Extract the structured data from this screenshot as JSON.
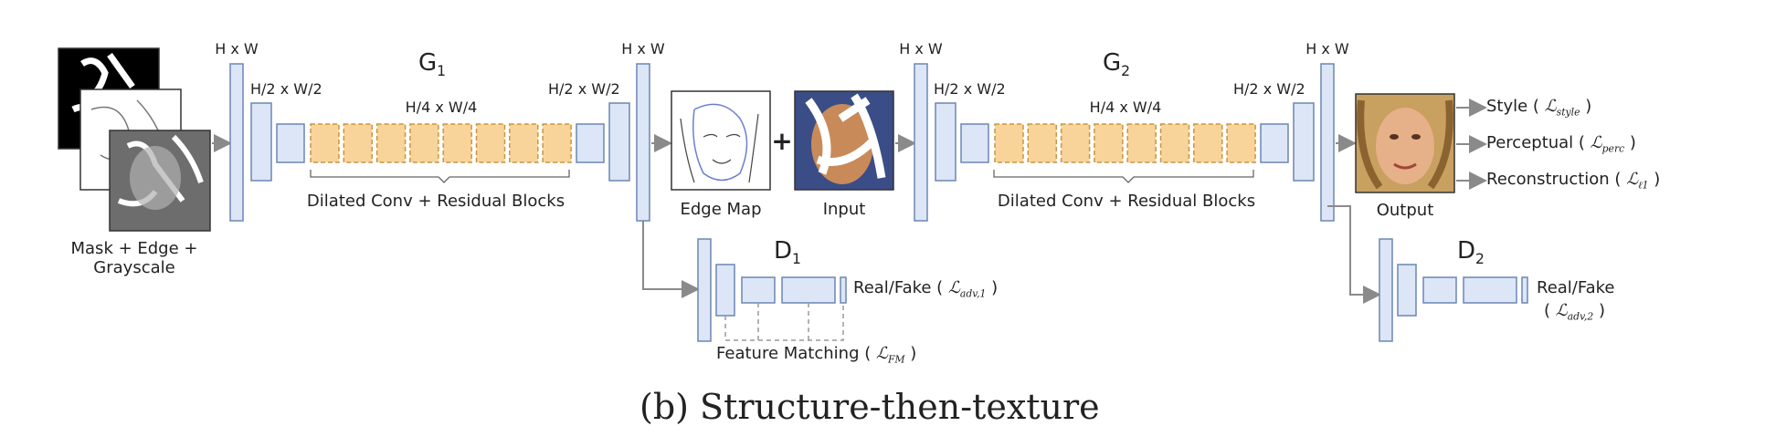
{
  "caption": "(b) Structure-then-texture",
  "colors": {
    "block_fill": "#dce6f6",
    "block_stroke": "#6d86b3",
    "residual_fill": "#f8d49a",
    "residual_stroke": "#c99640",
    "arrow": "#8a8a8a",
    "dashed": "#9a9a9a"
  },
  "input_stack": {
    "label_line1": "Mask + Edge +",
    "label_line2": "Grayscale"
  },
  "g1": {
    "name": "G",
    "sub": "1",
    "dim_hw_left": "H x W",
    "dim_half_left": "H/2 x W/2",
    "dim_quarter": "H/4 x W/4",
    "dim_half_right": "H/2 x W/2",
    "brace_label": "Dilated Conv + Residual Blocks"
  },
  "mid": {
    "dim_hw": "H x W",
    "edge_map_label": "Edge Map",
    "plus": "+",
    "input_label": "Input"
  },
  "g2": {
    "name": "G",
    "sub": "2",
    "dim_hw_left": "H x W",
    "dim_half_left": "H/2 x W/2",
    "dim_quarter": "H/4 x W/4",
    "dim_half_right": "H/2 x W/2",
    "brace_label": "Dilated Conv + Residual Blocks"
  },
  "out": {
    "dim_hw": "H x W",
    "output_label": "Output",
    "losses": [
      {
        "text": "Style (",
        "sym": "ℒ",
        "sub": "style",
        "close": ")"
      },
      {
        "text": "Perceptual (",
        "sym": "ℒ",
        "sub": "perc",
        "close": ")"
      },
      {
        "text": "Reconstruction (",
        "sym": "ℒ",
        "sub": "ℓ1",
        "close": ")"
      }
    ]
  },
  "d1": {
    "name": "D",
    "sub": "1",
    "real_fake": "Real/Fake (",
    "loss_sym": "ℒ",
    "loss_sub": "adv,1",
    "close": ")",
    "fm_text": "Feature Matching (",
    "fm_sym": "ℒ",
    "fm_sub": "FM",
    "fm_close": ")"
  },
  "d2": {
    "name": "D",
    "sub": "2",
    "real_fake": "Real/Fake",
    "loss_open": "(",
    "loss_sym": "ℒ",
    "loss_sub": "adv,2",
    "close": ")"
  }
}
